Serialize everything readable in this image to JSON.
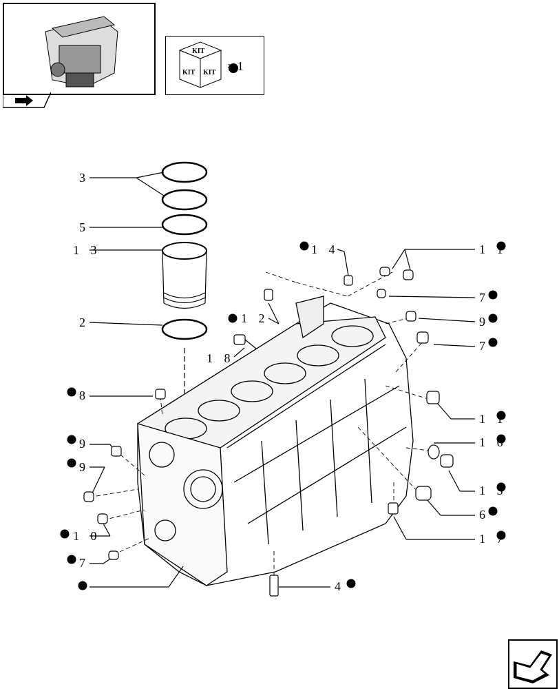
{
  "kit": {
    "top": "KIT",
    "left": "KIT",
    "right": "KIT",
    "equation": "= 1"
  },
  "callouts": [
    {
      "id": "c3",
      "text": "3"
    },
    {
      "id": "c5",
      "text": "5"
    },
    {
      "id": "c13",
      "text": "1 3"
    },
    {
      "id": "c2",
      "text": "2"
    },
    {
      "id": "c14",
      "text": "1 4"
    },
    {
      "id": "c11a",
      "text": "1 1"
    },
    {
      "id": "c7a",
      "text": "7"
    },
    {
      "id": "c12",
      "text": "1 2"
    },
    {
      "id": "c9a",
      "text": "9"
    },
    {
      "id": "c7b",
      "text": "7"
    },
    {
      "id": "c18",
      "text": "1 8"
    },
    {
      "id": "c8",
      "text": "8"
    },
    {
      "id": "c11b",
      "text": "1 1"
    },
    {
      "id": "c9b",
      "text": "9"
    },
    {
      "id": "c16",
      "text": "1 6"
    },
    {
      "id": "c9c",
      "text": "9"
    },
    {
      "id": "c15",
      "text": "1 5"
    },
    {
      "id": "c6",
      "text": "6"
    },
    {
      "id": "c10",
      "text": "1 0"
    },
    {
      "id": "c17",
      "text": "1 7"
    },
    {
      "id": "c7c",
      "text": "7"
    },
    {
      "id": "c4",
      "text": "4"
    }
  ],
  "icons": {
    "thumbnail": "engine-thumbnail-icon",
    "back": "return-arrow-icon",
    "kit": "kit-cube-icon",
    "next": "next-page-arrow-icon",
    "bullet": "kit-bullet-icon"
  }
}
